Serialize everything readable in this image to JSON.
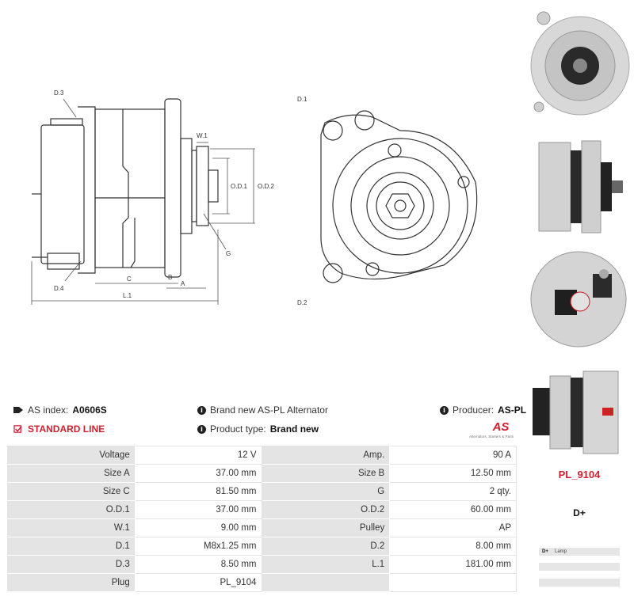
{
  "drawing": {
    "labels": {
      "d3": "D.3",
      "d4": "D.4",
      "w1": "W.1",
      "od1": "O.D.1",
      "od2": "O.D.2",
      "g": "G",
      "c": "C",
      "b": "B",
      "a": "A",
      "l1": "L.1",
      "d1": "D.1",
      "d2": "D.2"
    }
  },
  "header": {
    "as_index_label": "AS index:",
    "as_index_value": "A0606S",
    "standard_line": "STANDARD LINE",
    "description": "Brand new AS-PL Alternator",
    "product_type_label": "Product type:",
    "product_type_value": "Brand new",
    "producer_label": "Producer:",
    "producer_value": "AS-PL",
    "logo_text": "AS",
    "logo_tagline": "Alternators, Starters & Parts"
  },
  "specs": [
    [
      "Voltage",
      "12 V",
      "Amp.",
      "90 A"
    ],
    [
      "Size A",
      "37.00 mm",
      "Size B",
      "12.50 mm"
    ],
    [
      "Size C",
      "81.50 mm",
      "G",
      "2 qty."
    ],
    [
      "O.D.1",
      "37.00 mm",
      "O.D.2",
      "60.00 mm"
    ],
    [
      "W.1",
      "9.00 mm",
      "Pulley",
      "AP"
    ],
    [
      "D.1",
      "M8x1.25 mm",
      "D.2",
      "8.00 mm"
    ],
    [
      "D.3",
      "8.50 mm",
      "L.1",
      "181.00 mm"
    ],
    [
      "Plug",
      "PL_9104",
      "",
      ""
    ]
  ],
  "plug": {
    "code": "PL_9104",
    "terminal": "D+",
    "rows": [
      {
        "terminal": "D+",
        "desc": "Lamp"
      },
      {
        "terminal": "",
        "desc": ""
      },
      {
        "terminal": "",
        "desc": ""
      }
    ]
  },
  "colors": {
    "accent_red": "#d01f2f",
    "table_label_bg": "#e4e4e4"
  }
}
